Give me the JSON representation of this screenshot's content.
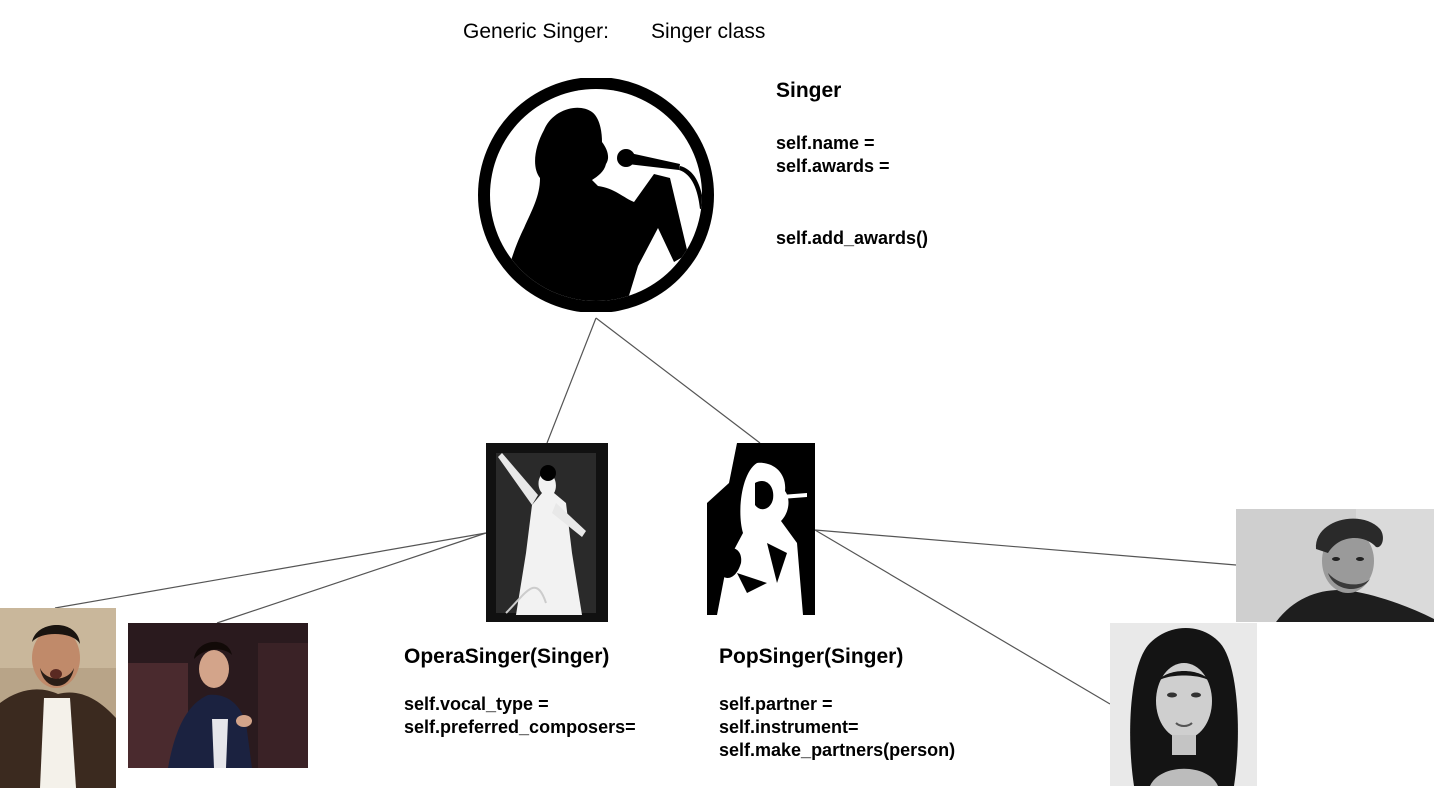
{
  "header": {
    "generic_label": "Generic Singer:",
    "class_label": "Singer class"
  },
  "singer": {
    "title": "Singer",
    "attributes": [
      "self.name =",
      "self.awards ="
    ],
    "method": "self.add_awards()"
  },
  "opera": {
    "title": "OperaSinger(Singer)",
    "attributes": [
      "self.vocal_type =",
      "self.preferred_composers="
    ]
  },
  "pop": {
    "title": "PopSinger(Singer)",
    "attributes": [
      "self.partner =",
      "self.instrument=",
      "self.make_partners(person)"
    ]
  },
  "colors": {
    "line": "#555555",
    "ink": "#000000"
  }
}
